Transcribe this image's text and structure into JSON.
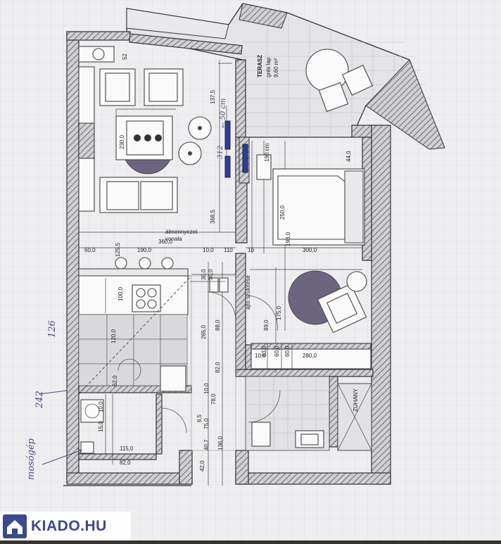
{
  "plan": {
    "terrace_label": "TERASZ",
    "terrace_sub": "grés lap",
    "terrace_area": "9,60 m²",
    "kitchen_note_1": "álmennyezet",
    "kitchen_note_2": "vonala",
    "wardrobe_note": "ajtó szükítése",
    "shower_label": "ZUHANY",
    "hand_cm_1": "← 50 cm",
    "hand_cm_2": "190 cm",
    "hand_312": "312",
    "hand_126": "126",
    "hand_242": "242",
    "hand_mosogep": "mosógép",
    "dims": {
      "d5200": "52",
      "d1375": "137,5",
      "d2300": "230,0",
      "d3685": "368,5",
      "d1255": "125,5",
      "d600": "60,0",
      "d1900": "190,0",
      "d3600": "360,0",
      "d110a": "10,0",
      "d110b": "110",
      "d10": "10",
      "d3000": "300,0",
      "d2500": "250,0",
      "d1930": "193,0",
      "d440": "44,0",
      "d1000": "100,0",
      "d1200": "120,0",
      "d2650": "265,0",
      "d880": "88,0",
      "d1750": "175,0",
      "d890": "89,0",
      "d820": "82,0",
      "d300a": "30,0",
      "d300b": "30,0",
      "d830": "83,0",
      "d600b": "60,0",
      "d600c": "60,0",
      "d2800": "280,0",
      "d100b": "10,0",
      "d650": "6,5",
      "d100c": "10,0",
      "d780": "78,0",
      "d750": "75,0",
      "d407": "40,7",
      "d420": "42,0",
      "d1360": "136,0",
      "d1150": "115,0",
      "d1000b": "10,0",
      "d820b": "82,0",
      "d620": "62,0",
      "d150": "15,0"
    }
  },
  "watermark": {
    "text": "KIADO.HU",
    "brand_color": "#3b4a8c"
  }
}
